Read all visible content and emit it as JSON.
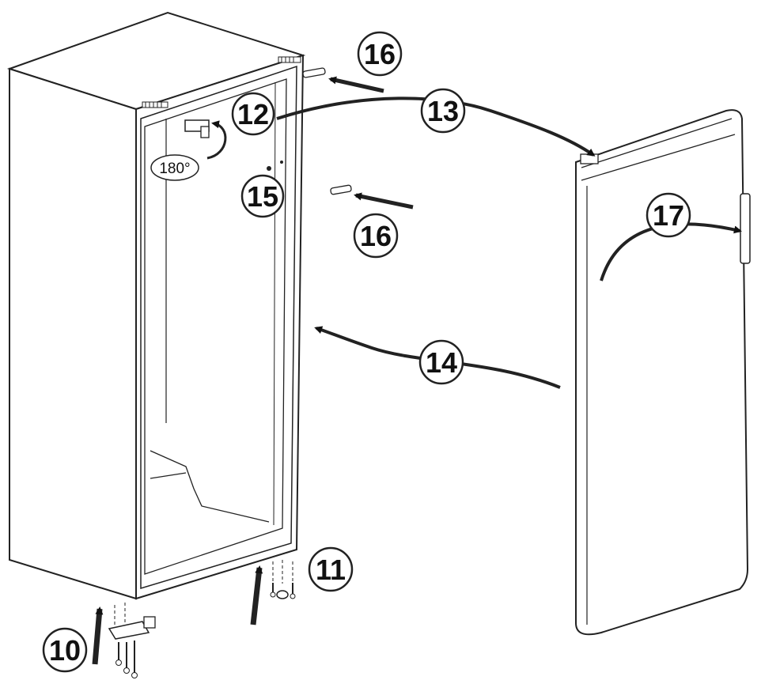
{
  "callouts": {
    "c10": "10",
    "c11": "11",
    "c12": "12",
    "c13": "13",
    "c14": "14",
    "c15": "15",
    "c16_top": "16",
    "c16_mid": "16",
    "c17": "17"
  },
  "rotation_label": "180°",
  "colors": {
    "ink": "#222222",
    "background": "#ffffff"
  }
}
